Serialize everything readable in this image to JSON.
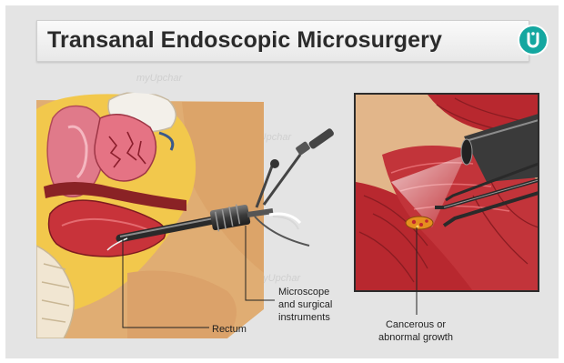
{
  "title": "Transanal Endoscopic Microsurgery",
  "watermark": "myUpchar",
  "labels": {
    "rectum": "Rectum",
    "microscope_line1": "Microscope",
    "microscope_line2": "and surgical",
    "microscope_line3": "instruments",
    "cancer_line1": "Cancerous or",
    "cancer_line2": "abnormal growth"
  },
  "colors": {
    "brand": "#14a7a0",
    "tissue_red": "#b8282f",
    "fat_yellow": "#f4c94a",
    "skin": "#e3b27a"
  },
  "icons": [
    "logo-icon"
  ]
}
